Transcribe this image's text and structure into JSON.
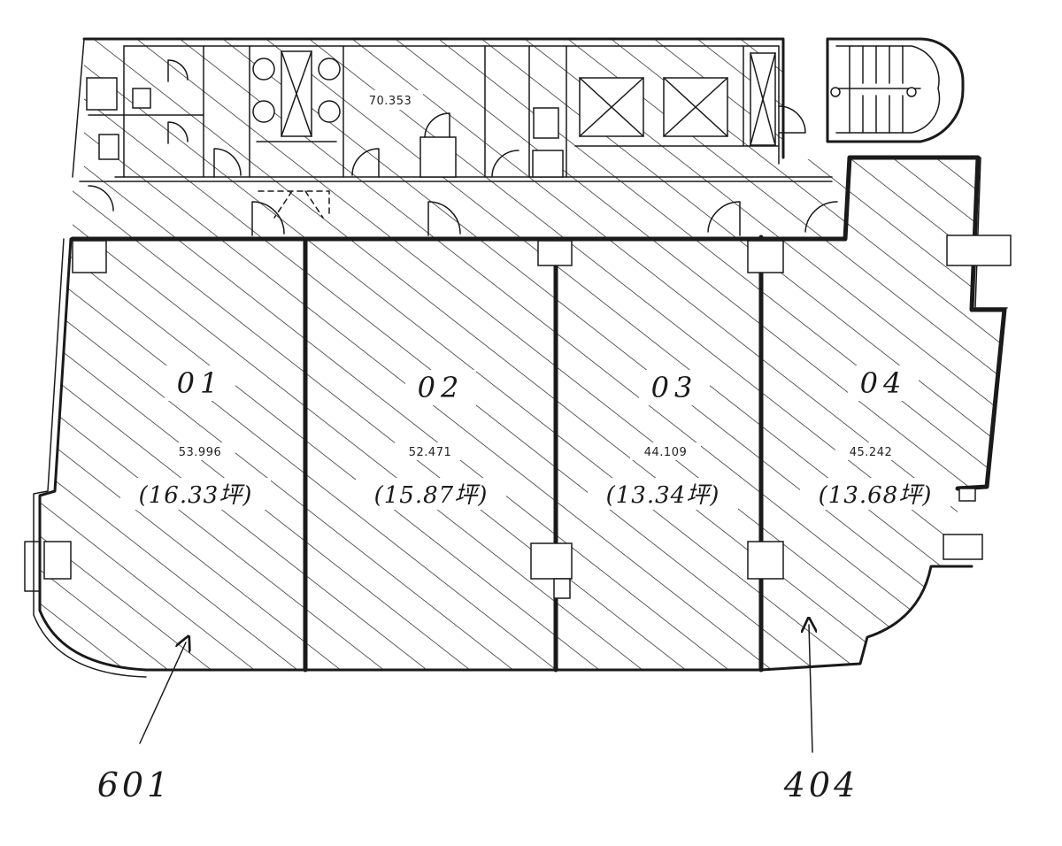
{
  "common_area": {
    "area": "70.353"
  },
  "units": [
    {
      "number": "01",
      "area": "53.996",
      "tsubo": "(16.33坪)"
    },
    {
      "number": "02",
      "area": "52.471",
      "tsubo": "(15.87坪)"
    },
    {
      "number": "03",
      "area": "44.109",
      "tsubo": "(13.34坪)"
    },
    {
      "number": "04",
      "area": "45.242",
      "tsubo": "(13.68坪)"
    }
  ],
  "callouts": [
    {
      "text": "601"
    },
    {
      "text": "404"
    }
  ]
}
